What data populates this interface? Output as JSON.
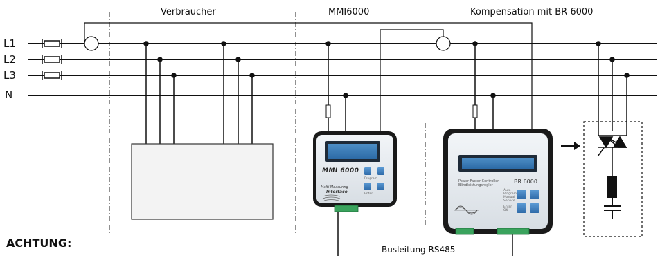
{
  "labels": {
    "consumer": "Verbraucher",
    "mmi": "MMI6000",
    "compensation": "Kompensation mit BR 6000",
    "bus": "Busleitung RS485",
    "warning": "ACHTUNG:"
  },
  "phases": [
    "L1",
    "L2",
    "L3",
    "N"
  ],
  "mmi_device": {
    "logo": "MMI 6000",
    "subtitle_1": "Multi Measuring",
    "subtitle_2": "Interface",
    "key_1": "Program",
    "key_2": "Enter"
  },
  "br_device": {
    "title_1": "Power Factor Controller",
    "title_2": "Blindleistungsregler",
    "model": "BR 6000",
    "menu_1": "Auto",
    "menu_2": "Program",
    "menu_3": "Manual",
    "menu_4": "Service",
    "key_1": "Enter",
    "key_2": "OK"
  }
}
